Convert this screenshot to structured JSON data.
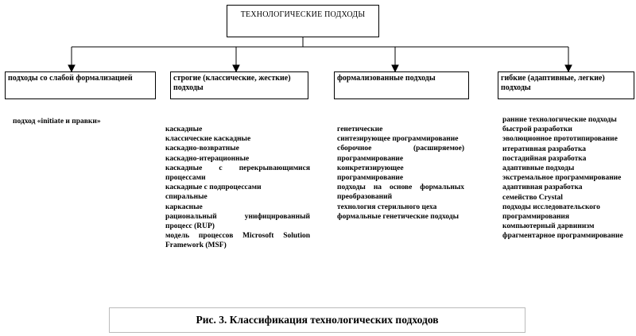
{
  "diagram": {
    "root": "ТЕХНОЛОГИЧЕСКИЕ  ПОДХОДЫ",
    "categories": [
      {
        "label": "подходы со слабой формализацией",
        "items": [
          "подход «initiate и правки»"
        ]
      },
      {
        "label": "строгие (классические, жесткие) подходы",
        "items": [
          "каскадные",
          "классические каскадные",
          "каскадно-возвратные",
          "каскадно-итерационные",
          "каскадные с перекрывающимися процессами",
          "каскадные с подпроцессами",
          "спиральные",
          "каркасные",
          "рациональный унифицированный процесс (RUP)",
          "модель процессов Microsoft Solution Framework (MSF)"
        ]
      },
      {
        "label": "формализованные подходы",
        "items": [
          "генетические",
          "синтезирующее программирование",
          "сборочное (расширяемое) программирование",
          "конкретизирующее программирование",
          "подходы на основе формальных преобразований",
          "технология стерильного цеха",
          "формальные генетические подходы"
        ]
      },
      {
        "label": "гибкие (адаптивные, легкие) подходы",
        "items": [
          "ранние технологические подходы быстрой разработки",
          "эволюционное прототипирование",
          "итеративная разработка",
          "постадийная разработка",
          "адаптивные подходы",
          "экстремальное программирование",
          "адаптивная разработка",
          "семейство Crystal",
          "подходы исследовательского программирования",
          "компьютерный дарвинизм",
          "фрагментарное программирование"
        ]
      }
    ]
  },
  "caption": "Рис. 3. Классификация технологических подходов"
}
